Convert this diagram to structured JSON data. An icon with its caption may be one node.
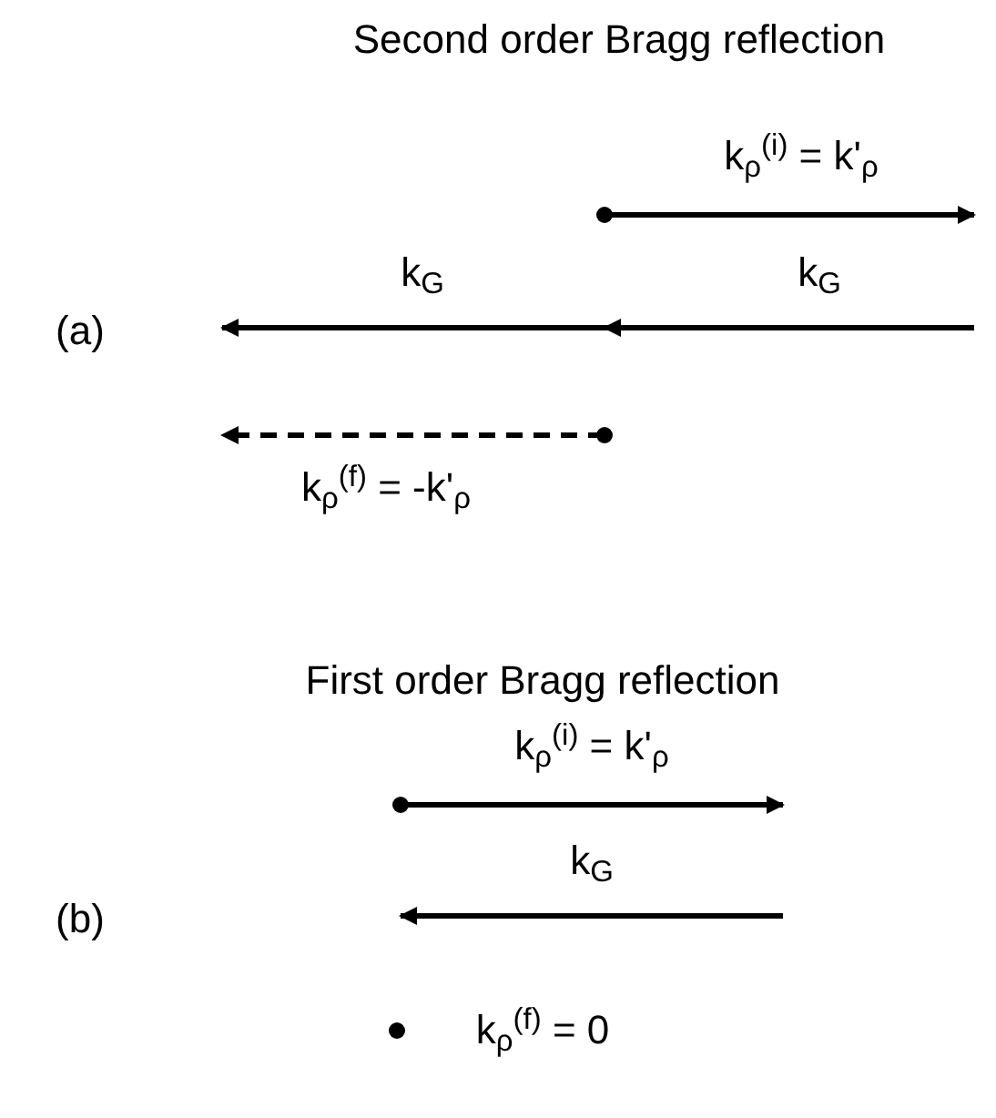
{
  "diagram": {
    "labels": [
      "Second order Bragg reflection",
      "k$_{ρ}$$^{(i)}$ = k'$_{ρ}$",
      "(a)",
      "k$_{G}$",
      "k$_{G}$",
      "k$_{ρ}$$^{(f)}$ = -k'$_{ρ}$",
      "First order Bragg reflection",
      "k$_{ρ}$$^{(i)}$ = k'$_{ρ}$",
      "(b)",
      "k$_{G}$",
      "k$_{ρ}$$^{(f)}$ = 0"
    ]
  }
}
